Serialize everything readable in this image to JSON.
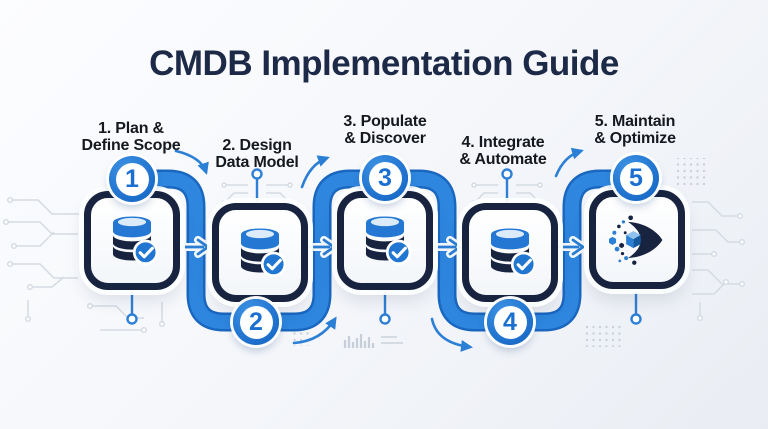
{
  "title": "CMDB Implementation Guide",
  "steps": [
    {
      "number": "1",
      "label_line1": "1. Plan &",
      "label_line2": "Define Scope",
      "icon": "database-check-icon"
    },
    {
      "number": "2",
      "label_line1": "2. Design",
      "label_line2": "Data Model",
      "icon": "database-check-icon"
    },
    {
      "number": "3",
      "label_line1": "3. Populate",
      "label_line2": "& Discover",
      "icon": "database-check-icon"
    },
    {
      "number": "4",
      "label_line1": "4. Integrate",
      "label_line2": "& Automate",
      "icon": "database-check-icon"
    },
    {
      "number": "5",
      "label_line1": "5. Maintain",
      "label_line2": "& Optimize",
      "icon": "discover-eye-icon"
    }
  ],
  "colors": {
    "accent_blue": "#2b7fd4",
    "pipe_blue": "#2e86de",
    "pipe_edge_blue": "#1a67c0",
    "dark_navy": "#17233f",
    "title_navy": "#1c2947",
    "label_text": "#15181e",
    "background_light": "#fcfdff",
    "background_shade": "#e9edf3",
    "circuit_gray": "#d5dbe3"
  }
}
